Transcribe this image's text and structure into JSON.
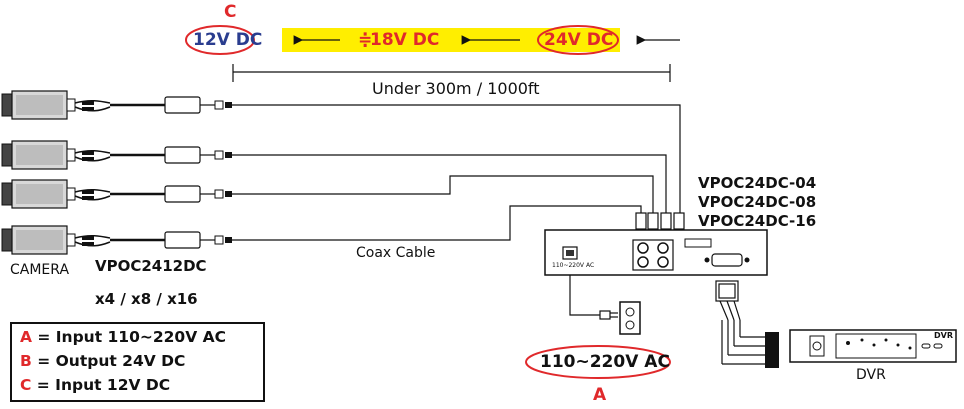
{
  "voltage_bar": {
    "c_marker": "C",
    "v12": "12V DC",
    "v18": "18V DC",
    "v24": "24V DC",
    "colors": {
      "highlight": "#ffee00",
      "ellipse": "#e0292b",
      "blue_text": "#2a3d8f"
    }
  },
  "distance_label": "Under 300m / 1000ft",
  "camera_label": "CAMERA",
  "balun_label": "VPOC2412DC",
  "balun_qty": "x4 / x8 / x16",
  "coax_label": "Coax Cable",
  "models": [
    "VPOC24DC-04",
    "VPOC24DC-08",
    "VPOC24DC-16"
  ],
  "psu_panel_text": "110~220V AC",
  "ac_input": {
    "text": "110~220V AC",
    "marker": "A"
  },
  "dvr": {
    "label": "DVR",
    "panel_text": "DVR"
  },
  "legend": [
    {
      "key": "A",
      "text": " = Input 110~220V AC"
    },
    {
      "key": "B",
      "text": " = Output 24V DC"
    },
    {
      "key": "C",
      "text": " = Input 12V DC"
    }
  ]
}
